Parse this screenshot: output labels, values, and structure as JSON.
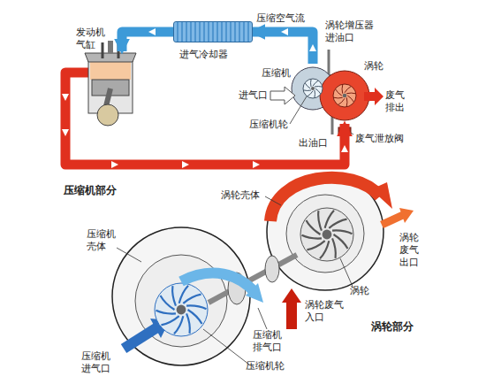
{
  "diagram": {
    "nodes": [
      {
        "text": [
          "发动机 气缸"
        ]
      },
      {
        "text": [
          "进气冷却器"
        ]
      },
      {
        "text": [
          "压缩机"
        ]
      },
      {
        "text": [
          "涡轮"
        ]
      }
    ],
    "edges": [
      {
        "from": 2,
        "to": 1,
        "arrow": "to",
        "label": "压缩空气流"
      },
      {
        "from": 1,
        "to": 0,
        "arrow": "to"
      },
      {
        "from": 0,
        "to": 3,
        "arrow": "to"
      }
    ],
    "labels": [
      "涡轮增压器 进油口",
      "进气口",
      "废气 排出",
      "压缩机轮",
      "出油口",
      "废气泄放阀",
      "压缩机部分",
      "涡轮壳体",
      "压缩机 壳体",
      "涡轮 废气 出口",
      "涡轮",
      "涡轮废气 入口",
      "压缩机 排气口",
      "涡轮部分",
      "压缩机 进气口",
      "压缩机轮"
    ]
  }
}
